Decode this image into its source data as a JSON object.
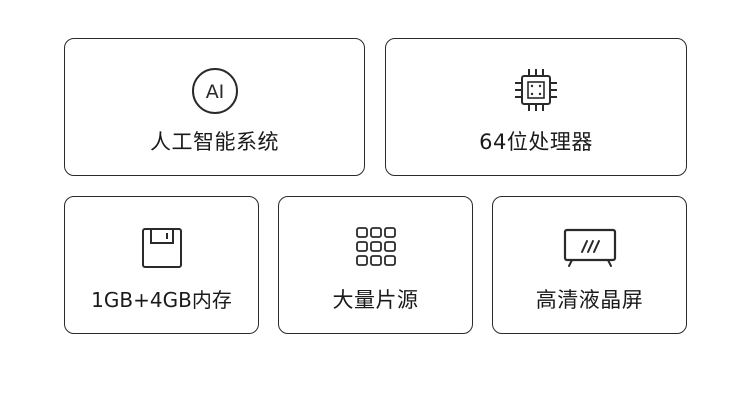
{
  "features": [
    {
      "id": "ai",
      "icon": "ai-icon",
      "label": "人工智能系统"
    },
    {
      "id": "cpu",
      "icon": "cpu-chip-icon",
      "label": "64位处理器"
    },
    {
      "id": "memory",
      "icon": "floppy-disk-icon",
      "label": "1GB+4GB内存"
    },
    {
      "id": "sources",
      "icon": "grid-apps-icon",
      "label": "大量片源"
    },
    {
      "id": "screen",
      "icon": "tv-screen-icon",
      "label": "高清液晶屏"
    }
  ],
  "colors": {
    "border": "#2a2a2a",
    "text": "#1a1a1a",
    "background": "#ffffff"
  }
}
